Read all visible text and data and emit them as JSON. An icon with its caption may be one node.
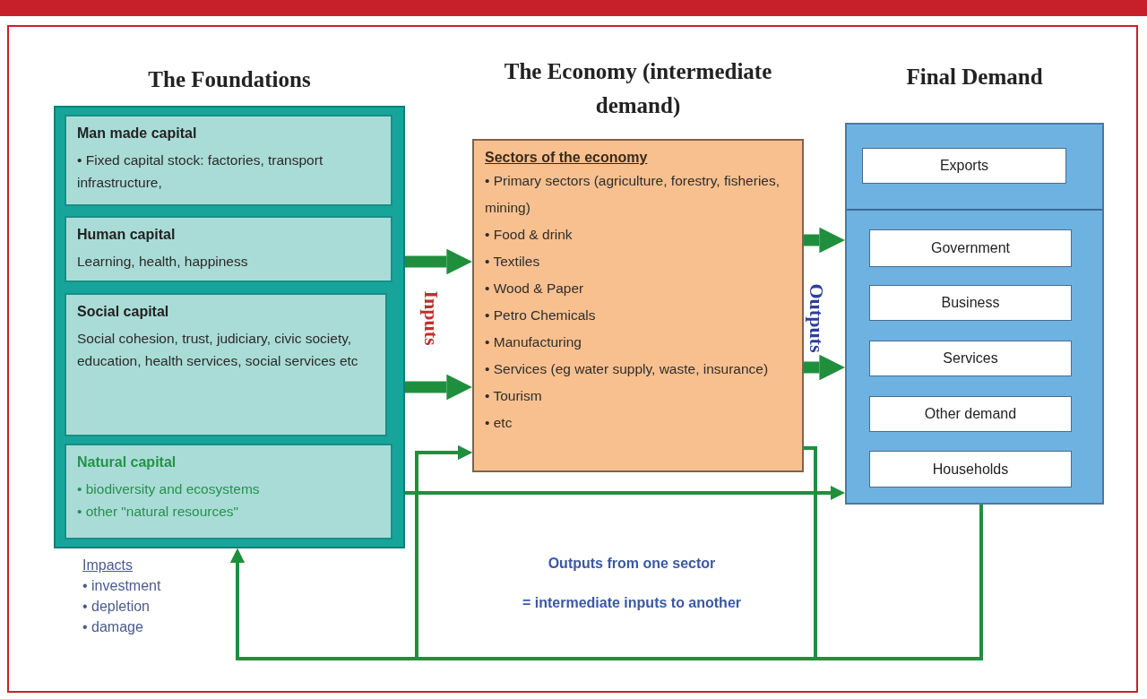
{
  "diagram": {
    "nodes": [
      {
        "text": [
          "The Foundations"
        ]
      },
      {
        "text": [
          "Man made capital",
          "• Fixed capital stock: factories, transport infrastructure,"
        ],
        "in": 0
      },
      {
        "text": [
          "Human capital",
          "Learning, health, happiness"
        ],
        "in": 0
      },
      {
        "text": [
          "Social capital",
          "Social cohesion, trust, judiciary, civic society, education, health services, social services etc"
        ],
        "in": 0
      },
      {
        "text": [
          "Natural capital",
          "• biodiversity and ecosystems",
          "• other \"natural resources\""
        ],
        "in": 0
      },
      {
        "text": [
          "The Economy (intermediate demand)",
          "Sectors of the economy",
          "• Primary sectors (agriculture, forestry, fisheries, mining)",
          "• Food & drink",
          "• Textiles",
          "• Wood & Paper",
          "• Petro Chemicals",
          "• Manufacturing",
          "• Services (eg water supply, waste, insurance)",
          "• Tourism",
          "• etc"
        ]
      },
      {
        "text": [
          "Final Demand"
        ]
      },
      {
        "text": [
          "Exports"
        ],
        "in": 6
      },
      {
        "text": [
          "Government"
        ],
        "in": 6
      },
      {
        "text": [
          "Business"
        ],
        "in": 6
      },
      {
        "text": [
          "Services"
        ],
        "in": 6
      },
      {
        "text": [
          "Other demand"
        ],
        "in": 6
      },
      {
        "text": [
          "Households"
        ],
        "in": 6
      }
    ],
    "edges": [
      {
        "from": 0,
        "to": 5,
        "arrow": "to",
        "style": "thick"
      },
      {
        "from": 0,
        "to": 5,
        "arrow": "to",
        "style": "thick"
      },
      {
        "from": 5,
        "to": 6,
        "arrow": "to",
        "style": "thick"
      },
      {
        "from": 5,
        "to": 6,
        "arrow": "to",
        "style": "thick"
      },
      {
        "from": 4,
        "to": 6,
        "arrow": "to"
      },
      {
        "from": 6,
        "to": 0,
        "arrow": "to"
      },
      {
        "from": 5,
        "to": 0,
        "arrow": "to"
      },
      {
        "from": 5,
        "to": 5,
        "arrow": "to"
      },
      {
        "from": 6,
        "to": 5,
        "arrow": "to"
      }
    ],
    "labels": [
      "Inputs",
      "Outputs",
      "Impacts",
      "• investment",
      "• depletion",
      "• damage",
      "Outputs from one sector",
      "= intermediate inputs to another"
    ]
  }
}
